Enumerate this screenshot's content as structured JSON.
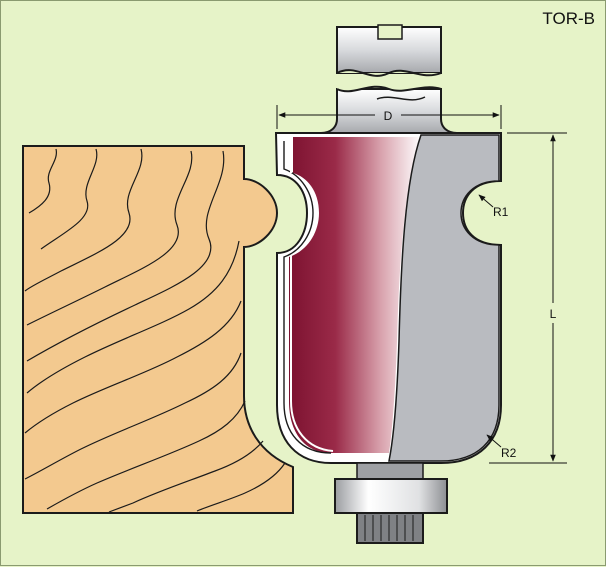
{
  "code": "TOR-B",
  "dimensions": {
    "diameter": "D",
    "length": "L",
    "radius_1": "R1",
    "radius_2": "R2"
  },
  "colors": {
    "background": "#e6f3c8",
    "wood": "#f3c98f",
    "blade_red": "#8e1c3c",
    "body_grey": "#b9bbc0",
    "steel": "#e9eaec"
  }
}
